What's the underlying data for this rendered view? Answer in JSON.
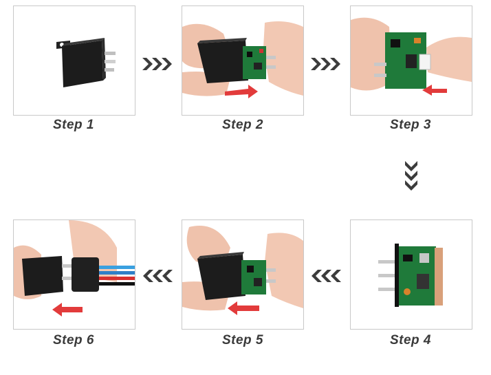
{
  "steps": [
    {
      "label": "Step 1"
    },
    {
      "label": "Step 2"
    },
    {
      "label": "Step 3"
    },
    {
      "label": "Step 4"
    },
    {
      "label": "Step 5"
    },
    {
      "label": "Step 6"
    }
  ],
  "colors": {
    "relay_body": "#1e1e1e",
    "pcb": "#1f7a3a",
    "skin": "#f0c4ae",
    "red_arrow": "#e23b3b",
    "chevron": "#3c3c3c",
    "border": "#c8c8c8"
  },
  "icons": {
    "flow_right": "chevron-right-icon",
    "flow_down": "chevron-down-icon",
    "flow_left": "chevron-left-icon",
    "push_direction": "red-arrow-icon"
  }
}
